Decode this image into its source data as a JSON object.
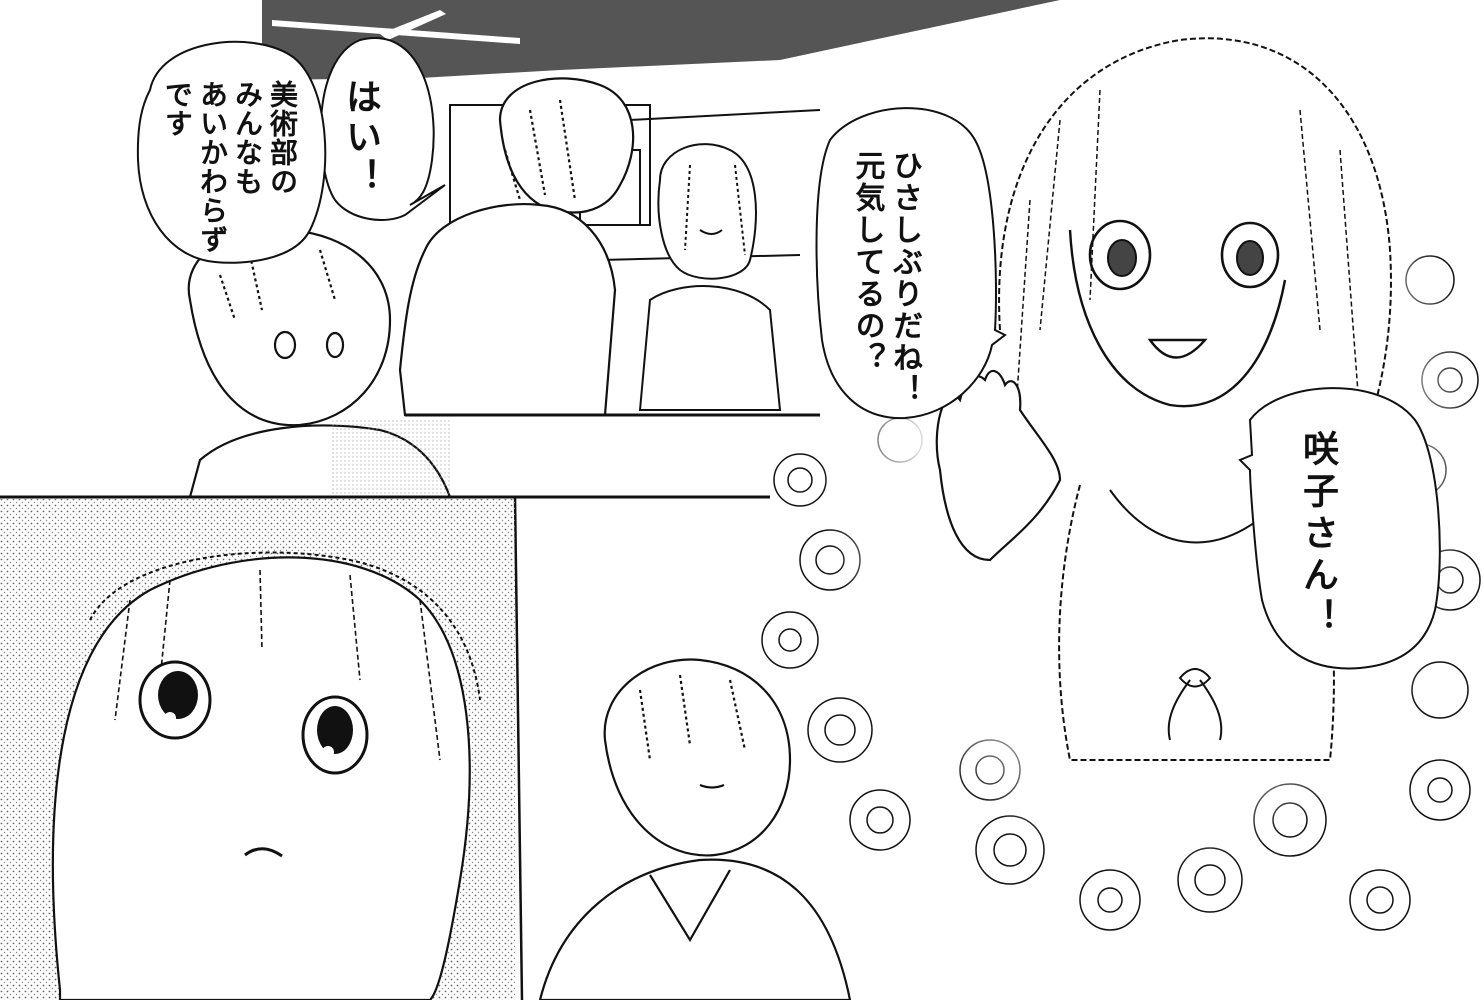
{
  "panels": {
    "top_left": {
      "description_visible": false
    },
    "bottom_left": {},
    "bottom_center": {},
    "right": {}
  },
  "speech": {
    "hai": "はい！",
    "bijutsu": "美術部の\nみんなも\nあいかわらず\nです",
    "hisashi": "ひさしぶりだね！\n元気してるの？",
    "sakiko": "咲子さん！"
  },
  "colors": {
    "ink": "#111111",
    "paper": "#ffffff",
    "ceiling": "#555555",
    "screentone": "#8a8a8a"
  }
}
